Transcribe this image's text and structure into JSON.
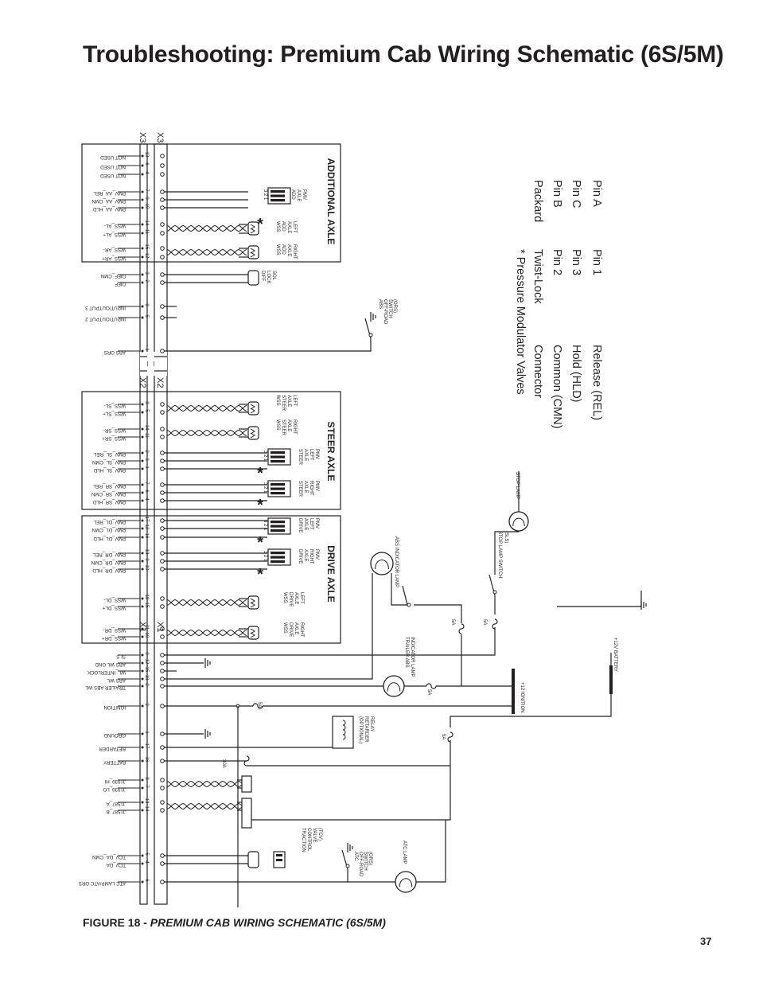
{
  "page": {
    "title": "Troubleshooting: Premium Cab Wiring Schematic (6S/5M)",
    "figure_label": "FIGURE 18 - ",
    "figure_title": "PREMIUM CAB WIRING SCHEMATIC (6S/5M)",
    "page_number": "37"
  },
  "connectors": {
    "x1": "X1",
    "x2": "X2",
    "x3": "X3"
  },
  "sections": {
    "additional_axle": "ADDITIONAL AXLE",
    "steer_axle": "STEER AXLE",
    "drive_axle": "DRIVE AXLE"
  },
  "signals": [
    {
      "pins": "13",
      "label": "NOT USED"
    },
    {
      "pins": "6",
      "label": "NOT USED"
    },
    {
      "pins": "4",
      "label": "NOT USED"
    },
    {
      "pins": "7",
      "label": "PMV_AA_REL"
    },
    {
      "pins": "9",
      "label": "PMV_AA_CMN"
    },
    {
      "pins": "10",
      "label": "PMV_AA_HLD"
    },
    {
      "pins": "14",
      "label": "WSS_AL-"
    },
    {
      "pins": "11",
      "label": "WSS_AL+"
    },
    {
      "pins": "15",
      "label": "WSS_AR-"
    },
    {
      "pins": "12",
      "label": "WSS_AR+"
    },
    {
      "pins": "3",
      "label": "DIFF_CMN"
    },
    {
      "pins": "2",
      "label": "DIFF"
    },
    {
      "pins": "8",
      "label": "INPUT/OUTPUT 3"
    },
    {
      "pins": "5",
      "label": "INPUT/OUTPUT 2"
    },
    {
      "pins": "1",
      "label": "ABS ORS"
    },
    {
      "pins": "8",
      "label": "WSS_SL-"
    },
    {
      "pins": "5",
      "label": "WSS_SL+"
    },
    {
      "pins": "14",
      "label": "WSS_SR-"
    },
    {
      "pins": "11",
      "label": "WSS_SR+"
    },
    {
      "pins": "2",
      "label": "PMV_SL_REL"
    },
    {
      "pins": "3",
      "label": "PMV_SL_CMN"
    },
    {
      "pins": "1",
      "label": "PMV_SL_HLD"
    },
    {
      "pins": "7",
      "label": "PMV_SR_REL"
    },
    {
      "pins": "6",
      "label": "PMV_SR_CMN"
    },
    {
      "pins": "4",
      "label": "PMV_SR_HLD"
    },
    {
      "pins": "17",
      "label": "PMV_DL_REL"
    },
    {
      "pins": "12",
      "label": "PMV_DL_CMN"
    },
    {
      "pins": "16",
      "label": "PMV_DL_HLD"
    },
    {
      "pins": "13",
      "label": "PMV_DR_REL"
    },
    {
      "pins": "9",
      "label": "PMV_DR_CMN"
    },
    {
      "pins": "10",
      "label": "PMV_DR_HLD"
    },
    {
      "pins": "18",
      "label": "WSS_DL-"
    },
    {
      "pins": "15",
      "label": "WSS_DL+"
    },
    {
      "pins": "11",
      "label": "WSS_DR-"
    },
    {
      "pins": "10",
      "label": "WSS_DR+"
    },
    {
      "pins": "9",
      "label": "SLS"
    },
    {
      "pins": "12",
      "label": "ABS WL GND"
    },
    {
      "pins": "15",
      "label": "WL_INTERLOCK"
    },
    {
      "pins": "18",
      "label": "ABS WL"
    },
    {
      "pins": "2",
      "label": "TRAILER ABS WL"
    },
    {
      "pins": "3",
      "label": "IGNITION"
    },
    {
      "pins": "1",
      "label": "GROUND"
    },
    {
      "pins": "17",
      "label": "RETARDER"
    },
    {
      "pins": "16",
      "label": "BATTERY"
    },
    {
      "pins": "8",
      "label": "J1939_HI"
    },
    {
      "pins": "7",
      "label": "J1939_LO"
    },
    {
      "pins": "13",
      "label": "J1587_A"
    },
    {
      "pins": "14",
      "label": "J1587_B"
    },
    {
      "pins": "5",
      "label": "TCV_DA_CMN"
    },
    {
      "pins": "4",
      "label": "TCV_DA"
    },
    {
      "pins": "6",
      "label": "ATC LAMP/ATC ORS"
    }
  ],
  "devices": {
    "wss_add_left": "WSS ADD AXLE LEFT",
    "wss_add_right": "WSS ADD AXLE RIGHT",
    "pmv_add": "ADD AXLE PMV",
    "diff_lock": "DIFF LOCK SOL",
    "abs_ors": "ABS OFF-ROAD SWITCH (ORS)",
    "wss_steer_left": "WSS STEER AXLE LEFT",
    "wss_steer_right": "WSS STEER AXLE RIGHT",
    "pmv_steer_left": "STEER AXLE LEFT PMV",
    "pmv_steer_right": "STEER AXLE RIGHT PMV",
    "pmv_drive_left": "DRIVE AXLE LEFT PMV",
    "pmv_drive_right": "DRIVE AXLE RIGHT PMV",
    "wss_drive_left": "WSS DRIVE AXLE LEFT",
    "wss_drive_right": "WSS DRIVE AXLE RIGHT",
    "stop_lamp": "STOP LAMP",
    "stop_lamp_switch": "STOP LAMP SWITCH (SLS)",
    "abs_indicator_lamp": "ABS INDICATOR LAMP",
    "trailer_abs_lamp": "TRAILER ABS INDICATOR LAMP",
    "ignition": "+12 IGNITION",
    "battery": "+12V BATTERY",
    "retarder_relay": "(OPTIONAL) RETARDER RELAY",
    "traction_valve": "TRACTION CONTROL VALVE (TCV)",
    "atc_ors": "ATC OFF-ROAD SWITCH (ORS)",
    "atc_lamp": "ATC LAMP",
    "pmv_pins": "3 2 1",
    "asterisk": "*"
  },
  "fuses": {
    "f5a": "5A",
    "f30a": "30A"
  },
  "pmv_table": {
    "title": "* Pressure Modulator Valves",
    "columns": [
      "Connector",
      "Twist-Lock",
      "Packard"
    ],
    "rows": [
      [
        "Common (CMN)",
        "Pin 2",
        "Pin B"
      ],
      [
        "Hold (HLD)",
        "Pin 3",
        "Pin C"
      ],
      [
        "Release (REL)",
        "Pin 1",
        "Pin A"
      ]
    ]
  }
}
